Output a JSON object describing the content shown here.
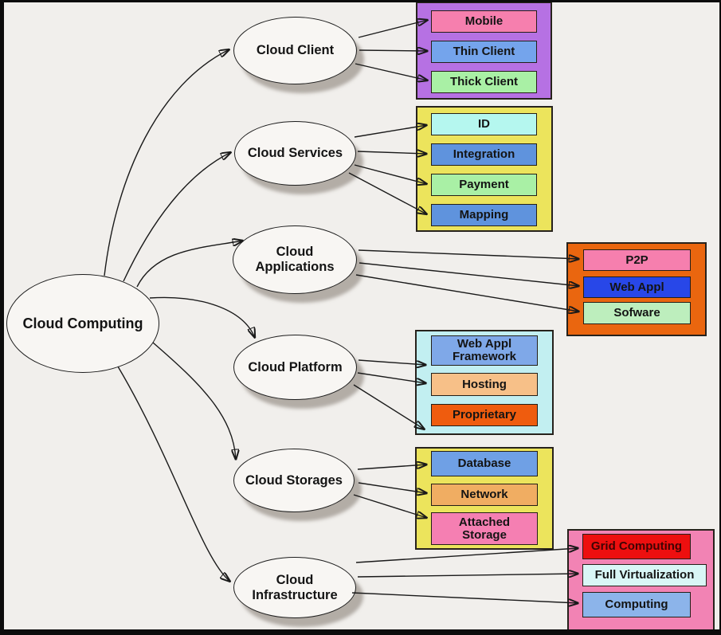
{
  "root": {
    "label": "Cloud Computing"
  },
  "branches": [
    {
      "label": "Cloud Client",
      "box_color": "#b671e3",
      "items": [
        {
          "label": "Mobile",
          "bg": "#f67fae"
        },
        {
          "label": "Thin Client",
          "bg": "#74a4ec"
        },
        {
          "label": "Thick Client",
          "bg": "#a9f0a5"
        }
      ]
    },
    {
      "label": "Cloud Services",
      "box_color": "#ece45c",
      "items": [
        {
          "label": "ID",
          "bg": "#b5f7ef"
        },
        {
          "label": "Integration",
          "bg": "#5f93dd"
        },
        {
          "label": "Payment",
          "bg": "#a9f0a5"
        },
        {
          "label": "Mapping",
          "bg": "#5f93dd"
        }
      ]
    },
    {
      "label": "Cloud Applications",
      "box_color": "#ea660f",
      "items": [
        {
          "label": "P2P",
          "bg": "#f67fae"
        },
        {
          "label": "Web Appl",
          "bg": "#2847e8"
        },
        {
          "label": "Sofware",
          "bg": "#bdeebd"
        }
      ]
    },
    {
      "label": "Cloud Platform",
      "box_color": "#c2eff1",
      "items": [
        {
          "label": "Web Appl Framework",
          "bg": "#7fa8e8"
        },
        {
          "label": "Hosting",
          "bg": "#f7c088"
        },
        {
          "label": "Proprietary",
          "bg": "#ef5c0e"
        }
      ]
    },
    {
      "label": "Cloud Storages",
      "box_color": "#ece45c",
      "items": [
        {
          "label": "Database",
          "bg": "#6fa0e5"
        },
        {
          "label": "Network",
          "bg": "#f0ad62"
        },
        {
          "label": "Attached Storage",
          "bg": "#f57fb2"
        }
      ]
    },
    {
      "label": "Cloud Infrastructure",
      "box_color": "#f283b4",
      "items": [
        {
          "label": "Grid Computing",
          "bg": "#ed0f0f",
          "fg": "#400404"
        },
        {
          "label": "Full Virtualization",
          "bg": "#d9f6f6"
        },
        {
          "label": "Computing",
          "bg": "#8cb4ea"
        }
      ]
    }
  ]
}
